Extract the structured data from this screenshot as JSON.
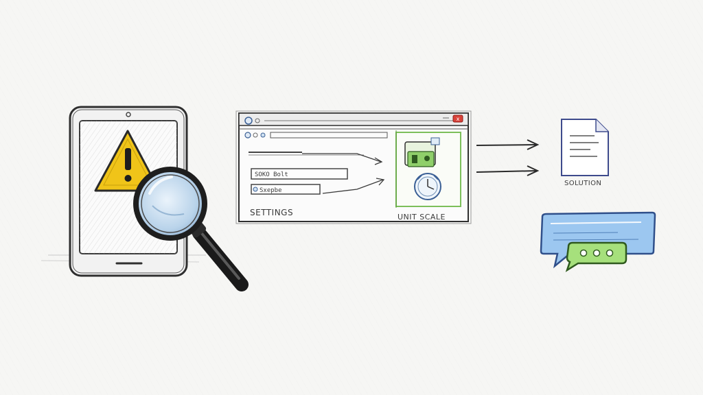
{
  "browser_window": {
    "address_field_1_text": "SOKO Bolt",
    "address_field_2_text": "Sxepbe",
    "settings_label": "SETTINGS",
    "unit_scale_label": "UNIT SCALE"
  },
  "solution_document": {
    "label": "SOLUTION"
  },
  "colors": {
    "warning_yellow": "#f0c419",
    "panel_green": "#7cbf5a",
    "chat_blue": "#6aa7e6",
    "chat_green": "#8fd36a",
    "document_blue": "#3d4a8c",
    "window_red": "#d9423a",
    "sketch_line": "#2f2f2f"
  },
  "icons": {
    "tablet": "tablet-icon",
    "warning": "warning-triangle-icon",
    "magnifier": "magnifying-glass-icon",
    "folder": "folder-icon",
    "clock": "clock-icon",
    "document": "document-icon",
    "chat_bubble": "chat-bubble-icon",
    "typing_bubble": "typing-bubble-icon"
  }
}
